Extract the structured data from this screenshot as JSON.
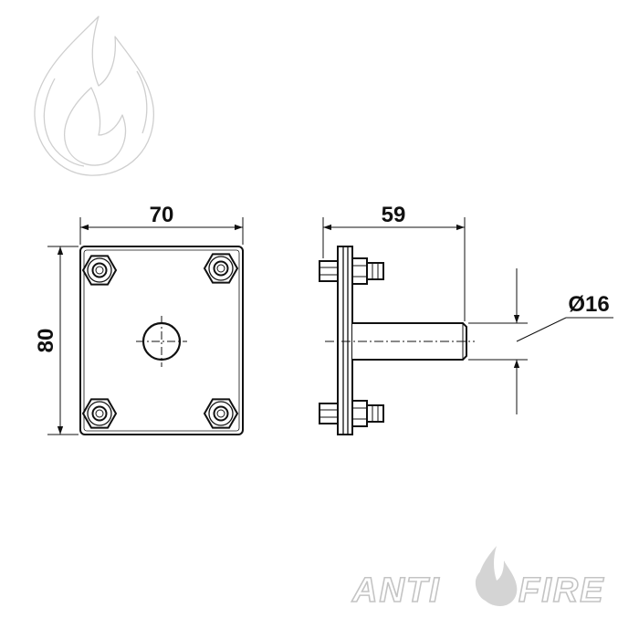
{
  "dimensions": {
    "width": "70",
    "height": "80",
    "depth": "59",
    "diameter": "Ø16"
  },
  "brand": {
    "left": "ANTI",
    "right": "FIRE"
  },
  "colors": {
    "line": "#111111",
    "watermark": "#c4c4c4"
  },
  "icons": {
    "watermark": "flame-watermark-icon",
    "logo": "flame-logo-icon"
  }
}
